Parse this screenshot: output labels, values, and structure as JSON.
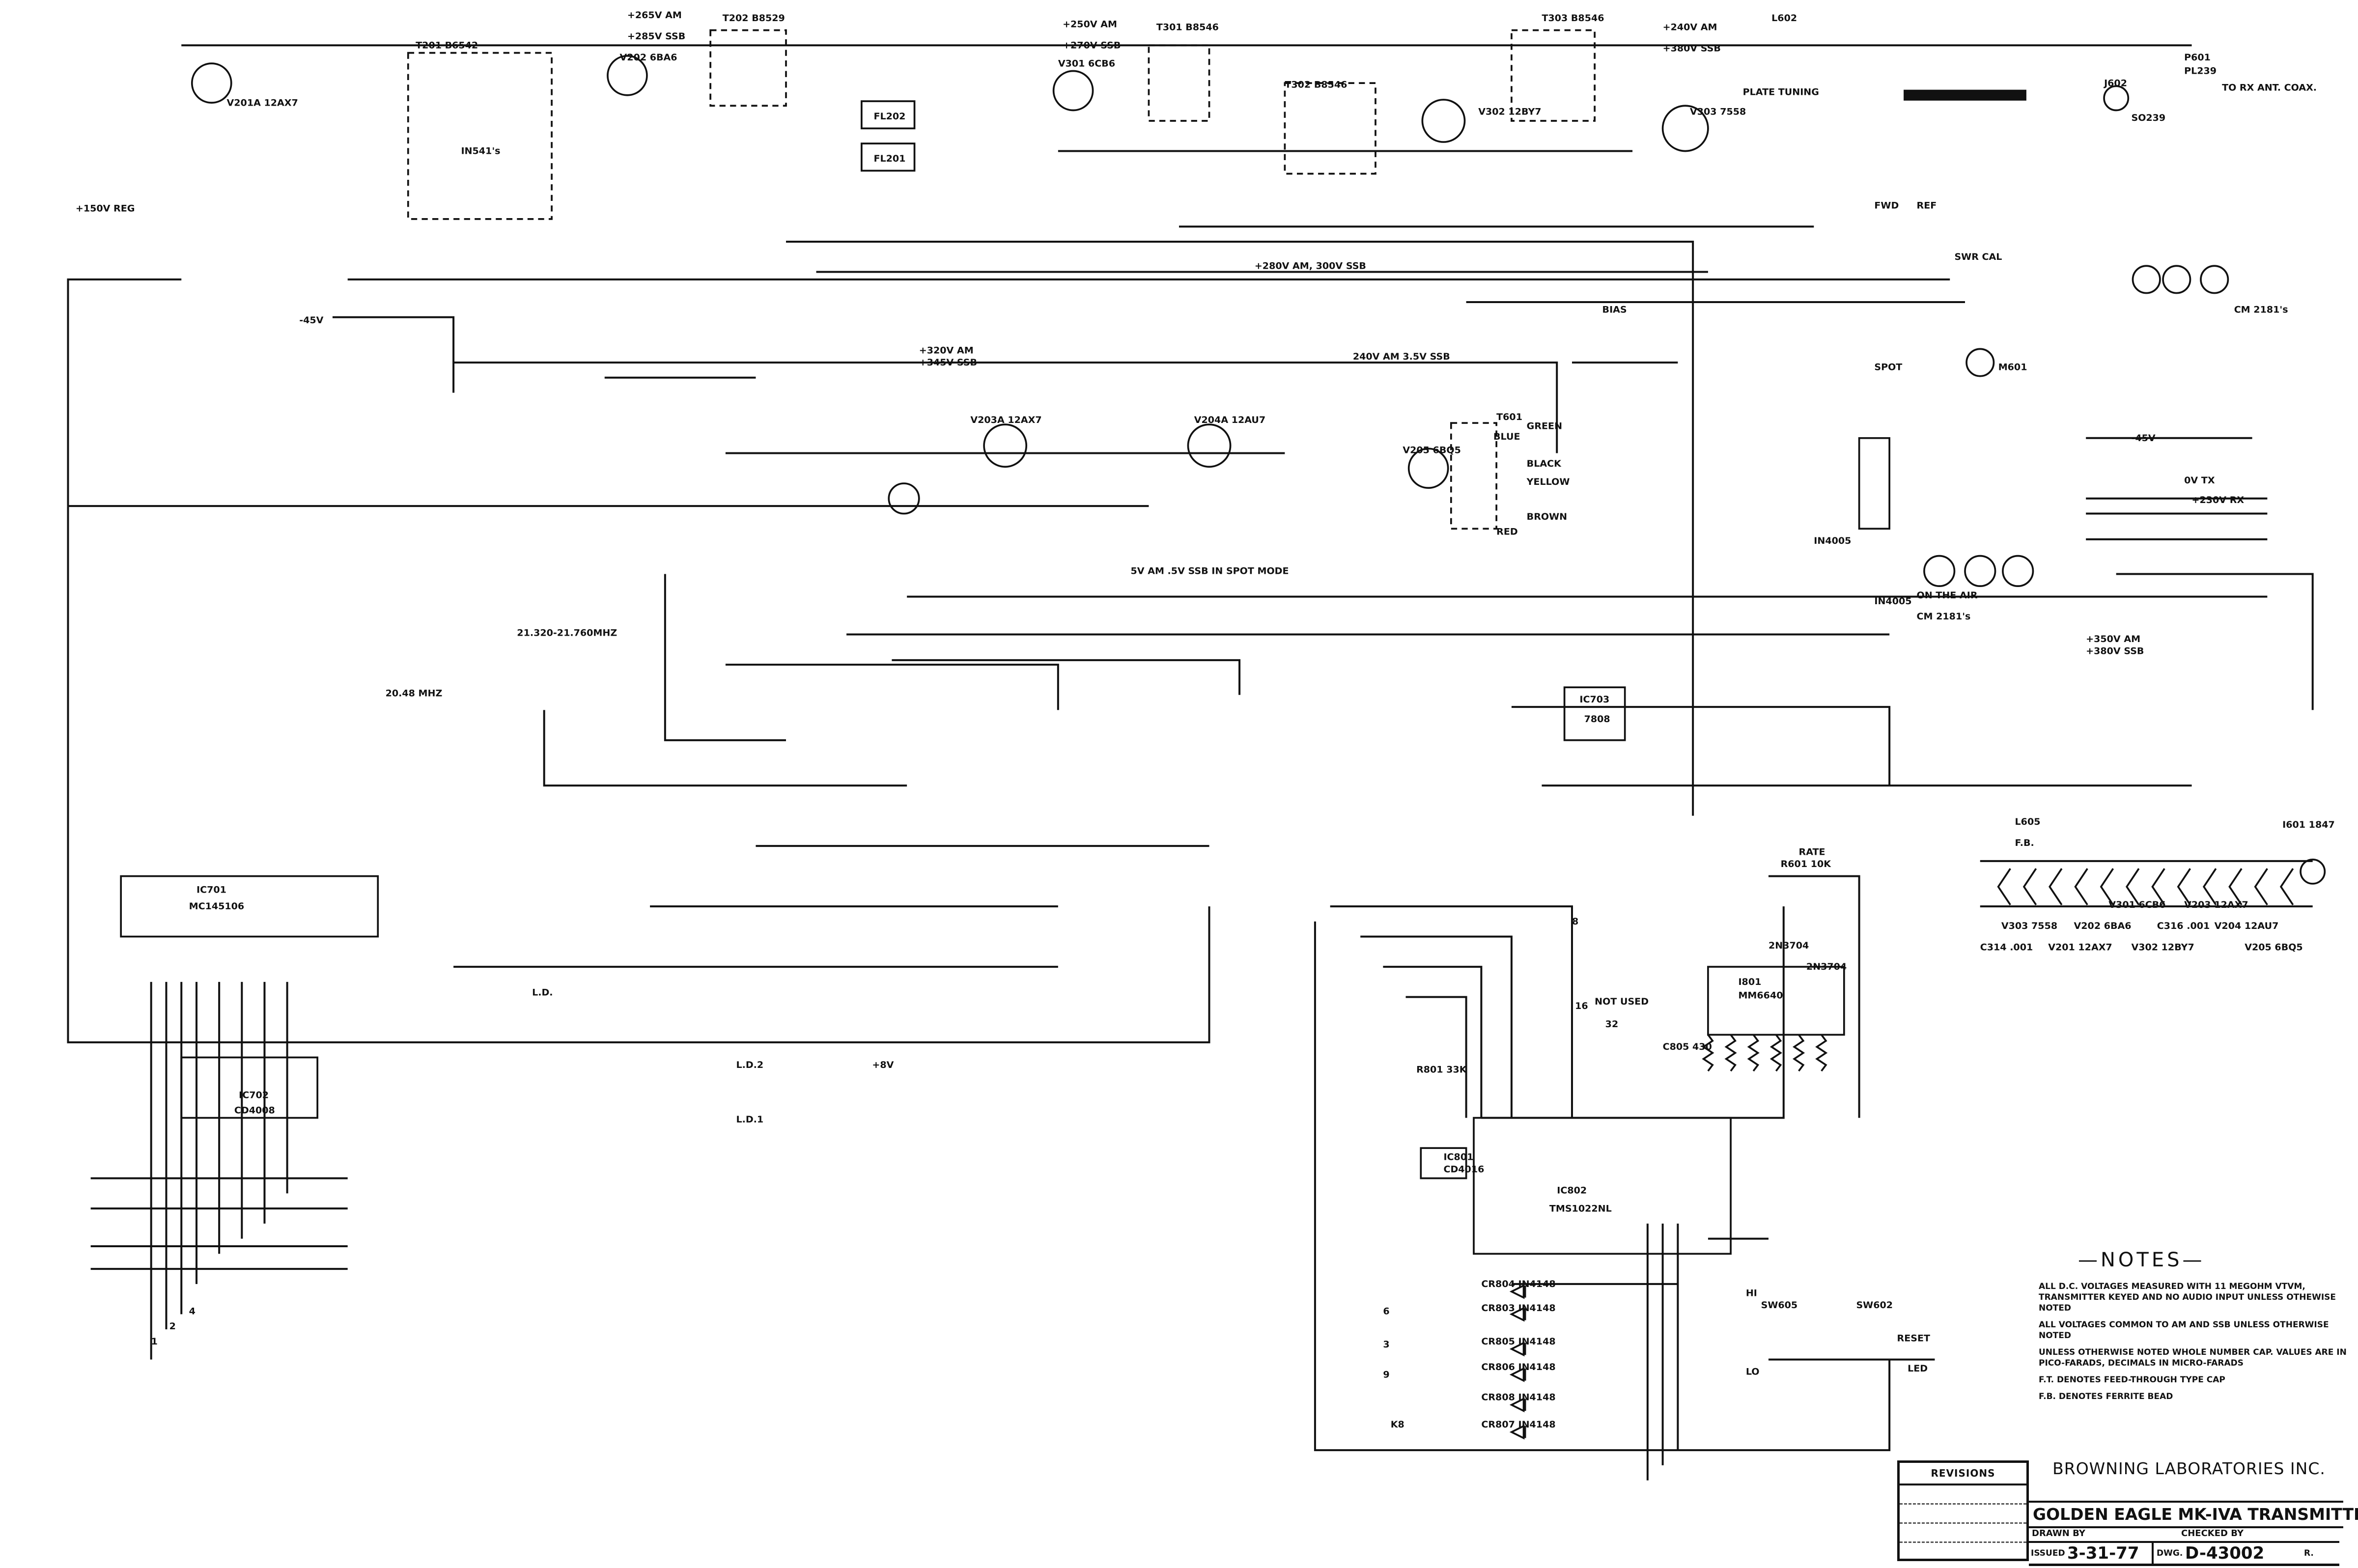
{
  "labels": [
    "V201A 12AX7",
    "T201 B6542",
    "IN541's",
    "V202 6BA6",
    "T202 B8529",
    "FL202",
    "FL201",
    "V301 6CB6",
    "T301 B8546",
    "T302 B8546",
    "V302 12BY7",
    "T303 B8546",
    "V303 7558",
    "PLATE TUNING",
    "L602",
    "J602",
    "SO239",
    "P601",
    "PL239",
    "TO RX ANT. COAX.",
    "+280V AM, 300V SSB",
    "240V AM  3.5V SSB",
    "-45V",
    "M601",
    "CM 2181's",
    "V203A 12AX7",
    "V204A 12AU7",
    "V205 6BQ5",
    "T601",
    "GREEN",
    "BLACK",
    "YELLOW",
    "BROWN",
    "BLUE",
    "RED",
    "SWR CAL",
    "FWD",
    "REF",
    "SPOT",
    "BIAS",
    "RATE",
    "IC703",
    "7808",
    "IC701",
    "MC145106",
    "IC702",
    "CD4008",
    "IC802",
    "TMS1022NL",
    "I801",
    "MM6640",
    "IC801",
    "CD4016",
    "NOT USED",
    "CR804 IN4148",
    "CR803 IN4148",
    "CR805 IN4148",
    "CR806 IN4148",
    "CR808 IN4148",
    "CR807 IN4148",
    "SW605",
    "SW602",
    "RESET",
    "LED",
    "HI",
    "LO",
    "20.48 MHZ",
    "21.320-21.760MHZ",
    "ON THE AIR",
    "CM 2181's",
    "+350V AM",
    "+380V SSB",
    "L605",
    "F.B.",
    "I601 1847",
    "5V AM .5V SSB IN SPOT MODE",
    "L.D.",
    "L.D.2",
    "L.D.1",
    "+150V REG",
    "+8V",
    "-45V",
    "0V TX",
    "+230V RX",
    "R601 10K",
    "R801 33K",
    "C805 430",
    "2N3704",
    "2N3704",
    "+320V AM",
    "+345V SSB",
    "+265V AM",
    "+285V SSB",
    "+250V AM",
    "+270V SSB",
    "+240V AM",
    "+380V SSB",
    "V303 7558",
    "V201 12AX7",
    "V202 6BA6",
    "V301 6CB6",
    "V302 12BY7",
    "C316 .001",
    "V203 12AX7",
    "V204 12AU7",
    "V205 6BQ5",
    "C314 .001",
    "IN4005",
    "IN4005",
    "K8",
    "3",
    "6",
    "9",
    "8",
    "16",
    "32",
    "1",
    "2",
    "4"
  ],
  "notes": {
    "heading": "NOTES",
    "items": [
      "ALL D.C. VOLTAGES MEASURED WITH 11 MEGOHM VTVM, TRANSMITTER KEYED AND NO AUDIO INPUT UNLESS OTHEWISE NOTED",
      "ALL VOLTAGES COMMON TO AM AND SSB UNLESS OTHERWISE NOTED",
      "UNLESS OTHERWISE NOTED WHOLE NUMBER CAP. VALUES ARE IN PICO-FARADS, DECIMALS IN MICRO-FARADS",
      "F.T. DENOTES FEED-THROUGH TYPE CAP",
      "F.B. DENOTES FERRITE BEAD"
    ]
  },
  "title_block": {
    "revisions": "REVISIONS",
    "company": "BROWNING LABORATORIES INC.",
    "title": "GOLDEN EAGLE MK-IVA TRANSMITTER",
    "drawn_by": "DRAWN BY",
    "checked_by": "CHECKED BY",
    "issued_label": "ISSUED",
    "issued": "3-31-77",
    "dwg_label": "DWG.",
    "dwg": "D-43002",
    "rev_label": "R."
  },
  "colors": {
    "ink": "#111111",
    "paper": "#ffffff"
  }
}
